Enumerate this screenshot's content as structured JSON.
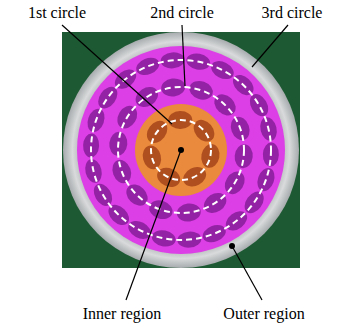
{
  "diagram": {
    "labels": [
      "1st circle",
      "2nd circle",
      "3rd circle",
      "Inner region",
      "Outer region"
    ]
  }
}
